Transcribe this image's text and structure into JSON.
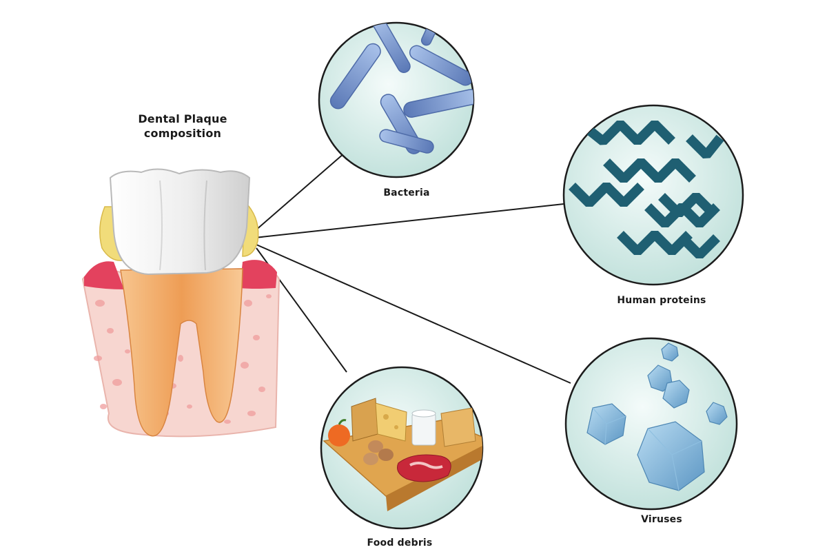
{
  "title_line1": "Dental Plaque",
  "title_line2": "composition",
  "components": [
    {
      "label": "Bacteria",
      "icon": "bacteria-icon"
    },
    {
      "label": "Human proteins",
      "icon": "protein-icon"
    },
    {
      "label": "Food debris",
      "icon": "food-icon"
    },
    {
      "label": "Viruses",
      "icon": "virus-icon"
    }
  ],
  "colors": {
    "circle_fill": "#d6ece8",
    "circle_stroke": "#1c1c1c",
    "bacteria": "#6f8fc9",
    "protein": "#1f5f72",
    "virus": "#6fa9cf",
    "gum": "#e5435f",
    "bone": "#f6d4cf",
    "root": "#f0a45e",
    "crown": "#f2f2f2",
    "plaque": "#f1dc7a"
  }
}
